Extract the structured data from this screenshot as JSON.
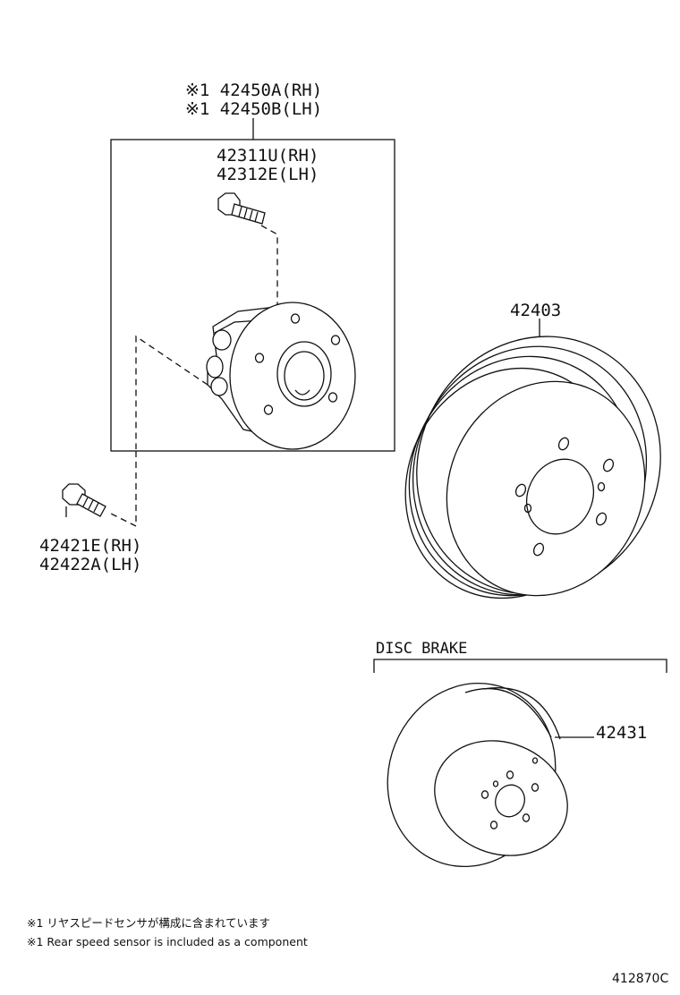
{
  "labels": {
    "hub_assy_rh": "※1 42450A(RH)",
    "hub_assy_lh": "※1 42450B(LH)",
    "hub_bolt_rh": "42311U(RH)",
    "hub_bolt_lh": "42312E(LH)",
    "mount_bolt_rh": "42421E(RH)",
    "mount_bolt_lh": "42422A(LH)",
    "drum": "42403",
    "disc_section_title": "DISC BRAKE",
    "disc_rotor": "42431"
  },
  "footnotes": {
    "japanese": "※1 リヤスピードセンサが構成に含まれています",
    "english": "※1 Rear speed sensor is included as a component"
  },
  "drawing_code": "412870C"
}
